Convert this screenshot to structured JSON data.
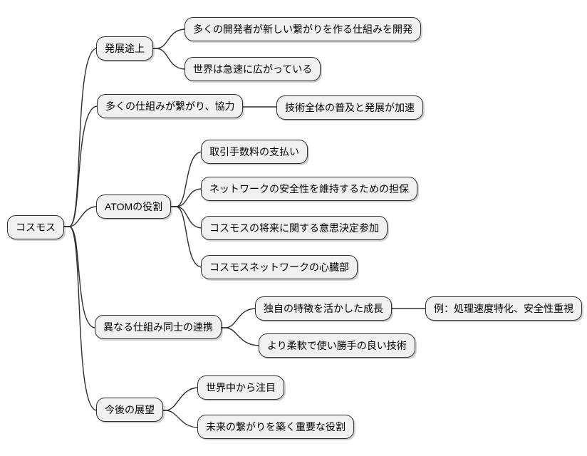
{
  "diagram_type": "mindmap",
  "colors": {
    "background": "#ffffff",
    "node_fill": "#f0f0f0",
    "node_border": "#2e2e2e",
    "edge": "#2e2e2e",
    "text": "#000000"
  },
  "mindmap": {
    "root": {
      "label": "コスモス",
      "children": [
        {
          "label": "発展途上",
          "children": [
            {
              "label": "多くの開発者が新しい繋がりを作る仕組みを開発"
            },
            {
              "label": "世界は急速に広がっている"
            }
          ]
        },
        {
          "label": "多くの仕組みが繋がり、協力",
          "children": [
            {
              "label": "技術全体の普及と発展が加速"
            }
          ]
        },
        {
          "label": "ATOMの役割",
          "children": [
            {
              "label": "取引手数料の支払い"
            },
            {
              "label": "ネットワークの安全性を維持するための担保"
            },
            {
              "label": "コスモスの将来に関する意思決定参加"
            },
            {
              "label": "コスモスネットワークの心臓部"
            }
          ]
        },
        {
          "label": "異なる仕組み同士の連携",
          "children": [
            {
              "label": "独自の特徴を活かした成長",
              "children": [
                {
                  "label": "例：処理速度特化、安全性重視"
                }
              ]
            },
            {
              "label": "より柔軟で使い勝手の良い技術"
            }
          ]
        },
        {
          "label": "今後の展望",
          "children": [
            {
              "label": "世界中から注目"
            },
            {
              "label": "未来の繋がりを築く重要な役割"
            }
          ]
        }
      ]
    }
  }
}
